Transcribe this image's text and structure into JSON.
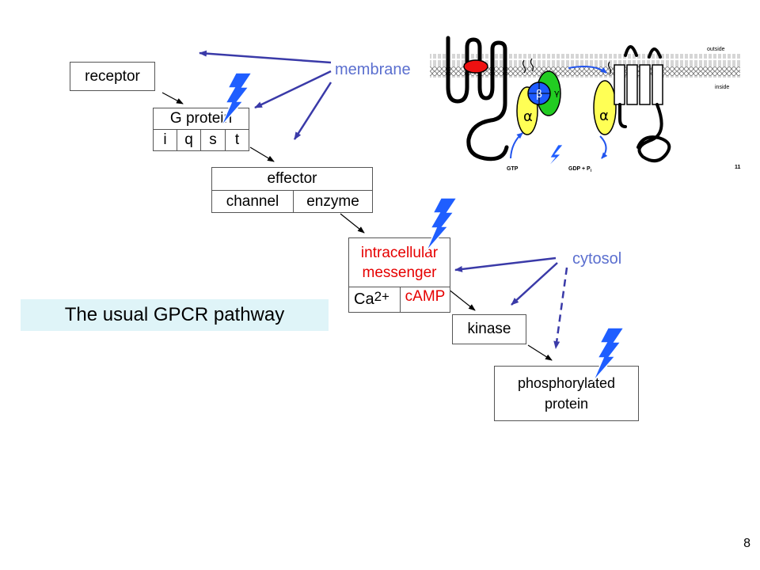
{
  "boxes": {
    "receptor": "receptor",
    "g_protein": "G protein",
    "g_subtypes": [
      "i",
      "q",
      "s",
      "t"
    ],
    "effector": "effector",
    "effector_types": [
      "channel",
      "enzyme"
    ],
    "messenger_line1": "intracellular",
    "messenger_line2": "messenger",
    "ca_base": "Ca",
    "ca_sup": "2+",
    "camp": "cAMP",
    "kinase": "kinase",
    "phospho_line1": "phosphorylated",
    "phospho_line2": "protein"
  },
  "labels": {
    "membrane": "membrane",
    "cytosol": "cytosol"
  },
  "banner": "The usual GPCR pathway",
  "page_number": "8",
  "inset": {
    "outside": "outside",
    "inside": "inside",
    "gtp": "GTP",
    "gdp": "GDP + P",
    "gdp_sub": "i",
    "fig_number": "11",
    "alpha": "α",
    "beta": "β",
    "gamma": "γ"
  },
  "colors": {
    "arrow_blue": "#3a3aa8",
    "label_blue": "#5b6fcf",
    "messenger_red": "#e60000",
    "lightning_blue": "#1f5eff",
    "banner_bg": "#dff4f8",
    "alpha_yellow": "#ffff55",
    "beta_green": "#22cc22",
    "beta_blue": "#1e5bff",
    "receptor_red": "#ee1111"
  },
  "icons": [
    "lightning-bolt-icon"
  ]
}
